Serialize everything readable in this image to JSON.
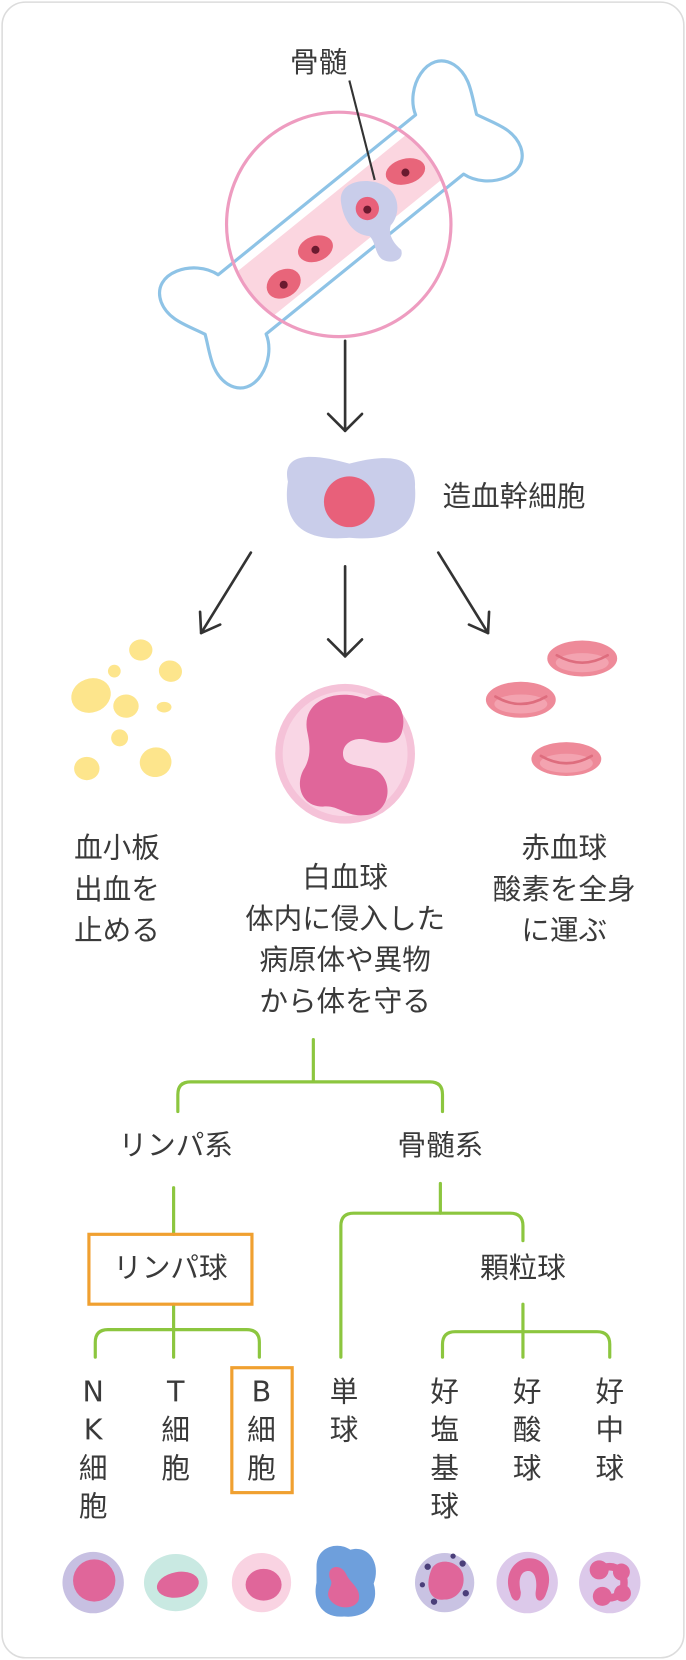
{
  "labels": {
    "bone_marrow": "骨髄",
    "stem_cell": "造血幹細胞",
    "platelet": [
      "血小板",
      "出血を",
      "止める"
    ],
    "white_blood_cell": [
      "白血球",
      "体内に侵入した",
      "病原体や異物",
      "から体を守る"
    ],
    "red_blood_cell": [
      "赤血球",
      "酸素を全身",
      "に運ぶ"
    ],
    "lymphoid": "リンパ系",
    "myeloid": "骨髄系",
    "lymphocyte": "リンパ球",
    "granulocyte": "顆粒球",
    "cells": [
      "NK細胞",
      "T細胞",
      "B細胞",
      "単球",
      "好塩基球",
      "好酸球",
      "好中球"
    ]
  },
  "colors": {
    "tree_line": "#8cc63f",
    "highlight_box": "#f0a030",
    "bone_outline": "#8ec3e6",
    "magnifier_ring": "#ee9cc0"
  }
}
